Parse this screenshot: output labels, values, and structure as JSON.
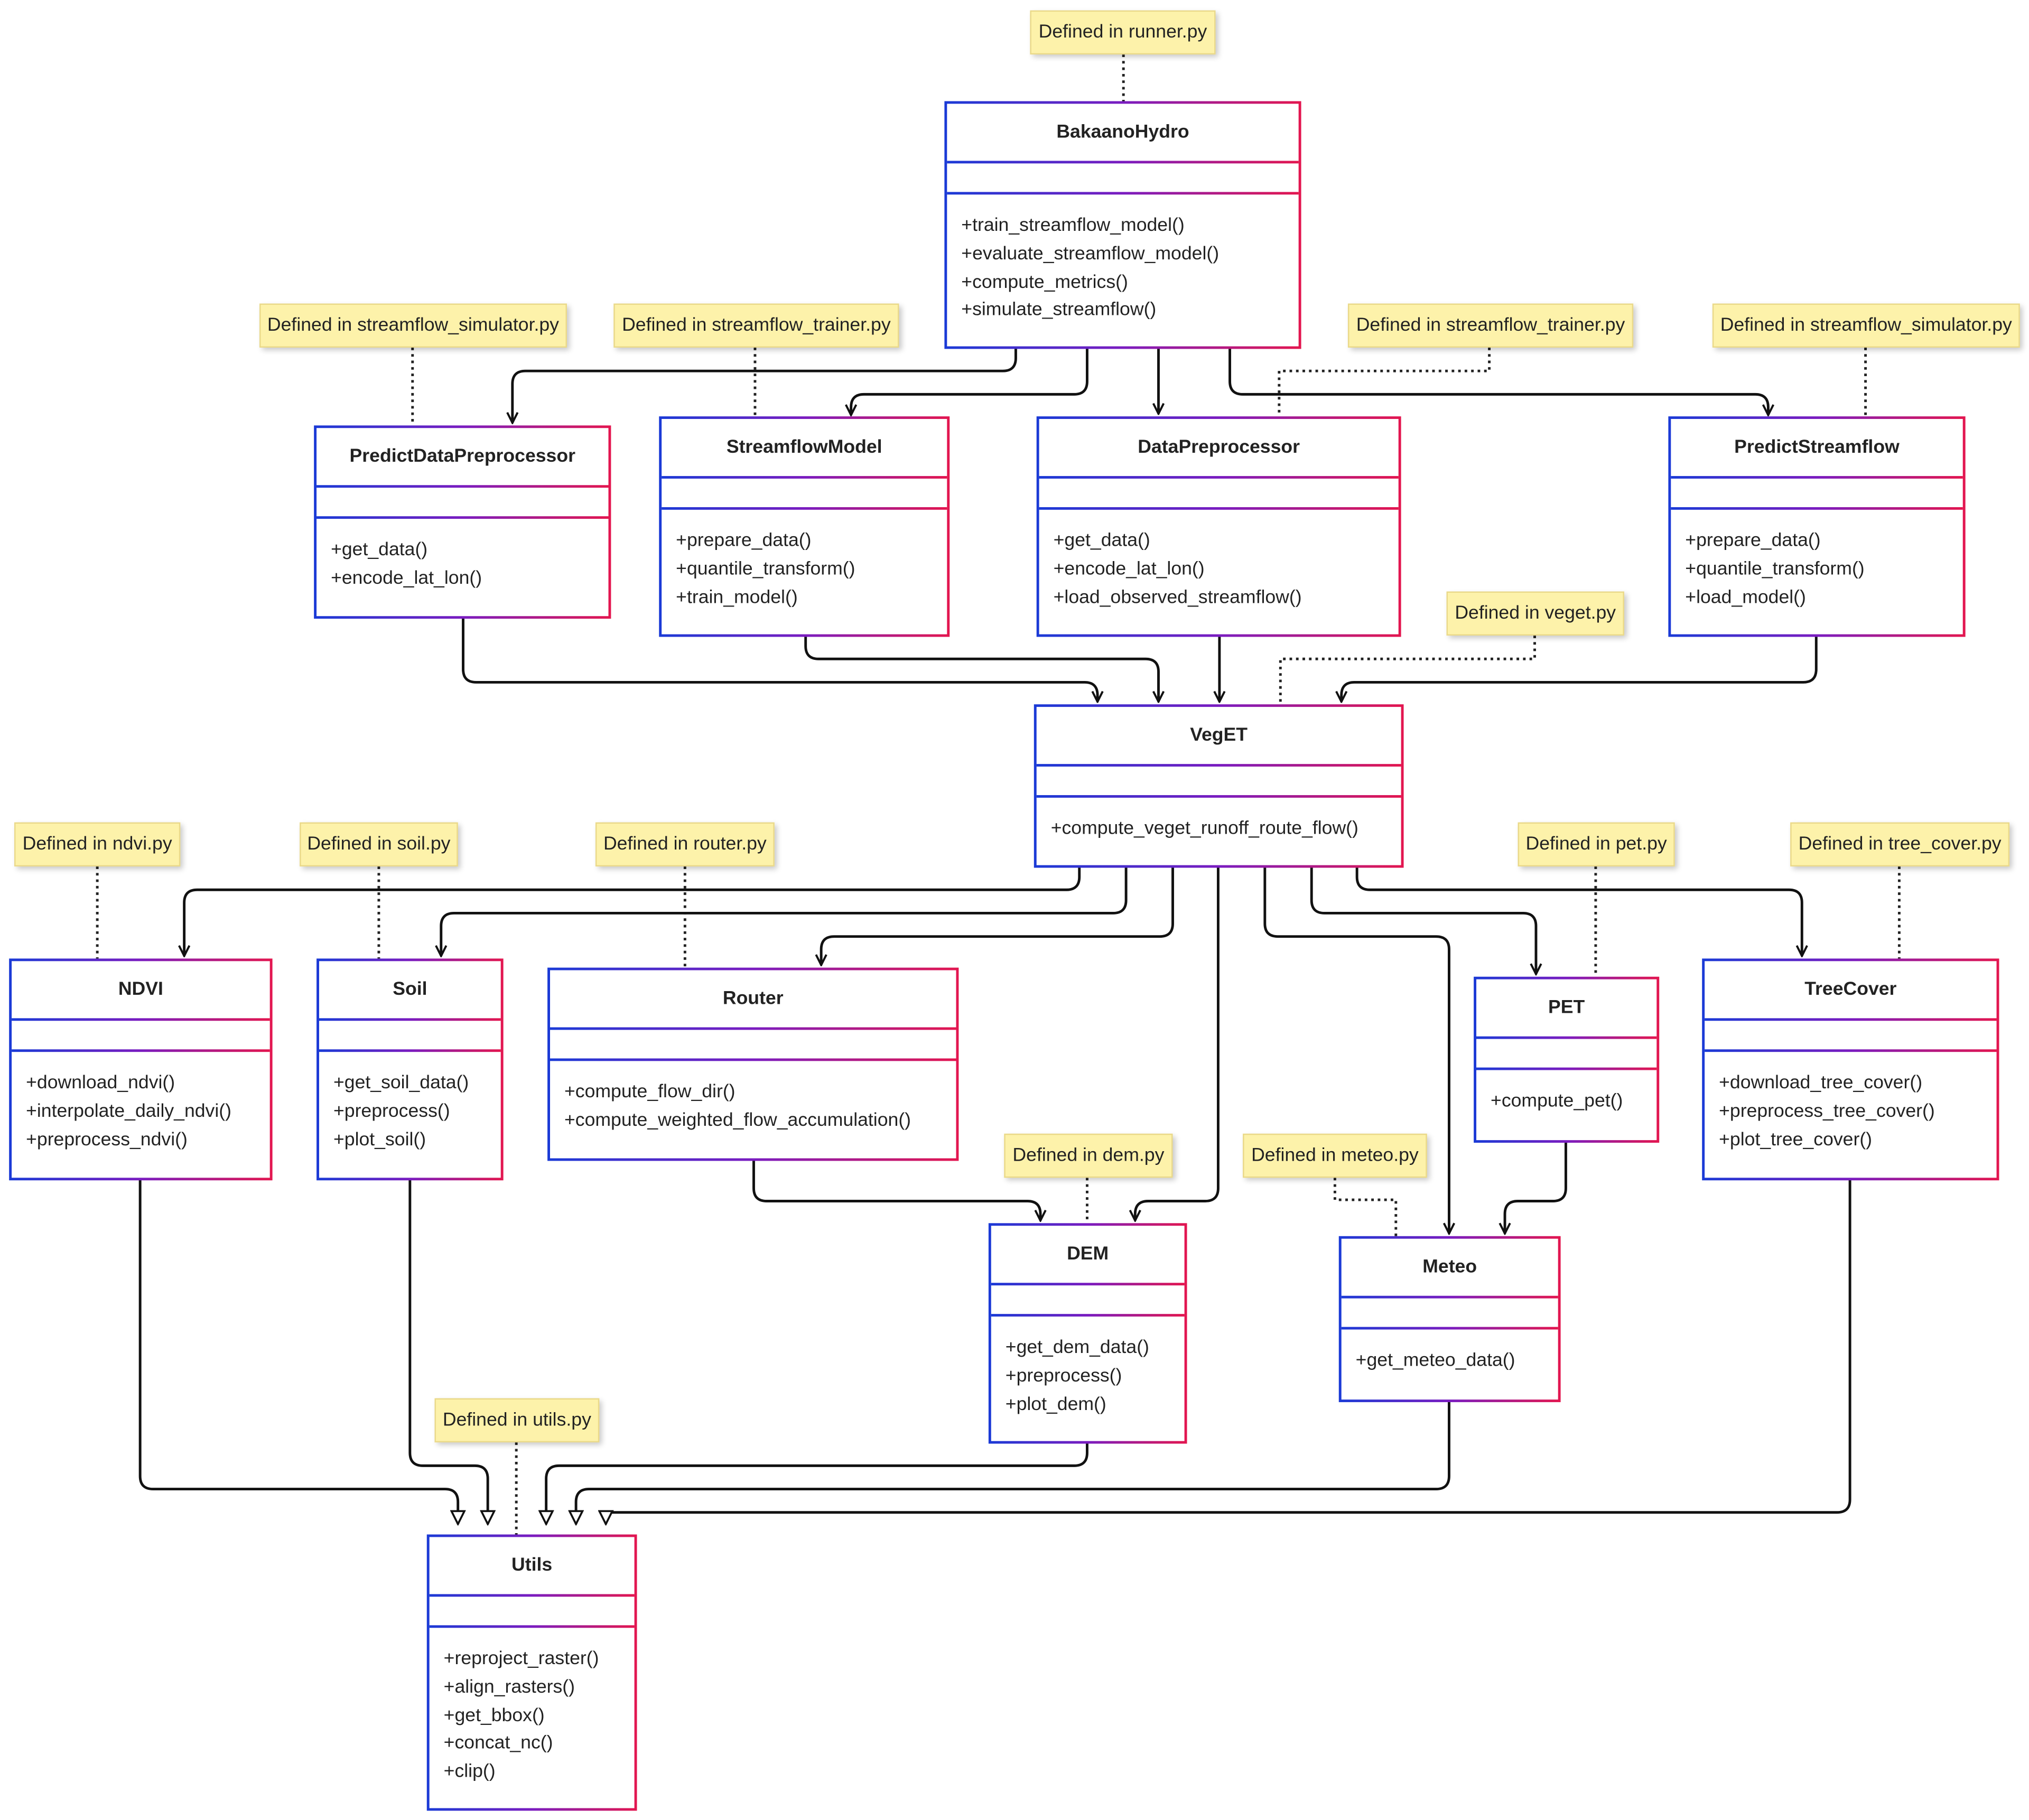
{
  "classes": {
    "bakaano": {
      "name": "BakaanoHydro",
      "methods": [
        "+train_streamflow_model()",
        "+evaluate_streamflow_model()",
        "+compute_metrics()",
        "+simulate_streamflow()"
      ]
    },
    "pdp": {
      "name": "PredictDataPreprocessor",
      "methods": [
        "+get_data()",
        "+encode_lat_lon()"
      ]
    },
    "sm": {
      "name": "StreamflowModel",
      "methods": [
        "+prepare_data()",
        "+quantile_transform()",
        "+train_model()"
      ]
    },
    "dp": {
      "name": "DataPreprocessor",
      "methods": [
        "+get_data()",
        "+encode_lat_lon()",
        "+load_observed_streamflow()"
      ]
    },
    "ps": {
      "name": "PredictStreamflow",
      "methods": [
        "+prepare_data()",
        "+quantile_transform()",
        "+load_model()"
      ]
    },
    "veget": {
      "name": "VegET",
      "methods": [
        "+compute_veget_runoff_route_flow()"
      ]
    },
    "ndvi": {
      "name": "NDVI",
      "methods": [
        "+download_ndvi()",
        "+interpolate_daily_ndvi()",
        "+preprocess_ndvi()"
      ]
    },
    "soil": {
      "name": "Soil",
      "methods": [
        "+get_soil_data()",
        "+preprocess()",
        "+plot_soil()"
      ]
    },
    "router": {
      "name": "Router",
      "methods": [
        "+compute_flow_dir()",
        "+compute_weighted_flow_accumulation()"
      ]
    },
    "pet": {
      "name": "PET",
      "methods": [
        "+compute_pet()"
      ]
    },
    "tree": {
      "name": "TreeCover",
      "methods": [
        "+download_tree_cover()",
        "+preprocess_tree_cover()",
        "+plot_tree_cover()"
      ]
    },
    "dem": {
      "name": "DEM",
      "methods": [
        "+get_dem_data()",
        "+preprocess()",
        "+plot_dem()"
      ]
    },
    "meteo": {
      "name": "Meteo",
      "methods": [
        "+get_meteo_data()"
      ]
    },
    "utils": {
      "name": "Utils",
      "methods": [
        "+reproject_raster()",
        "+align_rasters()",
        "+get_bbox()",
        "+concat_nc()",
        "+clip()"
      ]
    }
  },
  "notes": {
    "runner": "Defined in runner.py",
    "pdp": "Defined in streamflow_simulator.py",
    "sm": "Defined in streamflow_trainer.py",
    "dp": "Defined in streamflow_trainer.py",
    "ps": "Defined in streamflow_simulator.py",
    "veget": "Defined in veget.py",
    "ndvi": "Defined in ndvi.py",
    "soil": "Defined in soil.py",
    "router": "Defined in router.py",
    "pet": "Defined in pet.py",
    "tree": "Defined in tree_cover.py",
    "dem": "Defined in dem.py",
    "meteo": "Defined in meteo.py",
    "utils": "Defined in utils.py"
  }
}
